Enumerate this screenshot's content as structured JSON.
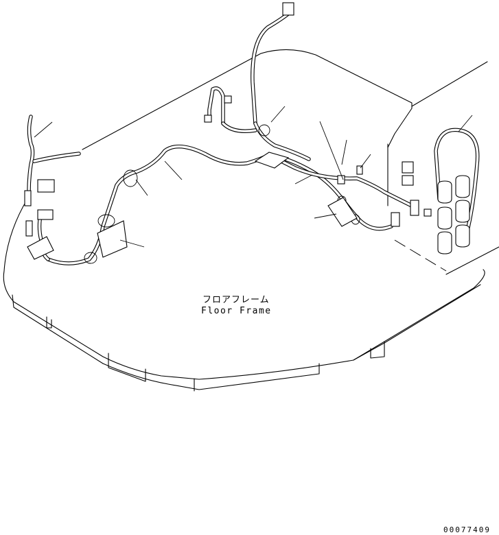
{
  "diagram": {
    "label_jp": "フロアフレーム",
    "label_en": "Floor Frame",
    "drawing_id": "00077409"
  },
  "colors": {
    "line": "#000000",
    "background": "#ffffff"
  }
}
